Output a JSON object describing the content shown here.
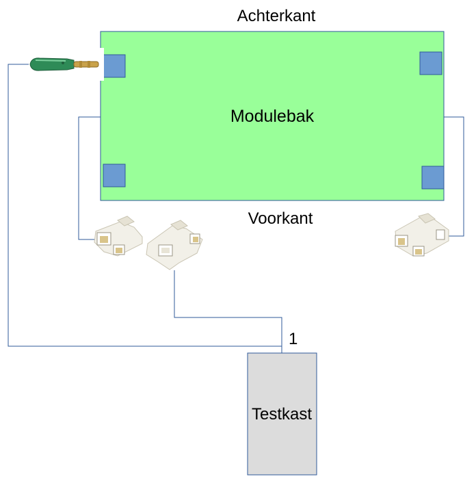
{
  "labels": {
    "back": "Achterkant",
    "front": "Voorkant",
    "module": "Modulebak",
    "tester": "Testkast",
    "pin": "1"
  },
  "colors": {
    "module_fill": "#99ff99",
    "corner_fill": "#6b9bd2",
    "wire": "#2f5a9a",
    "tester_fill": "#dcdcdc",
    "banana_plug": "#2e8b57",
    "connector": "#f2f0e8"
  },
  "icons": {
    "banana_plug": "banana-plug-icon",
    "connector": "connector-plug-icon"
  }
}
